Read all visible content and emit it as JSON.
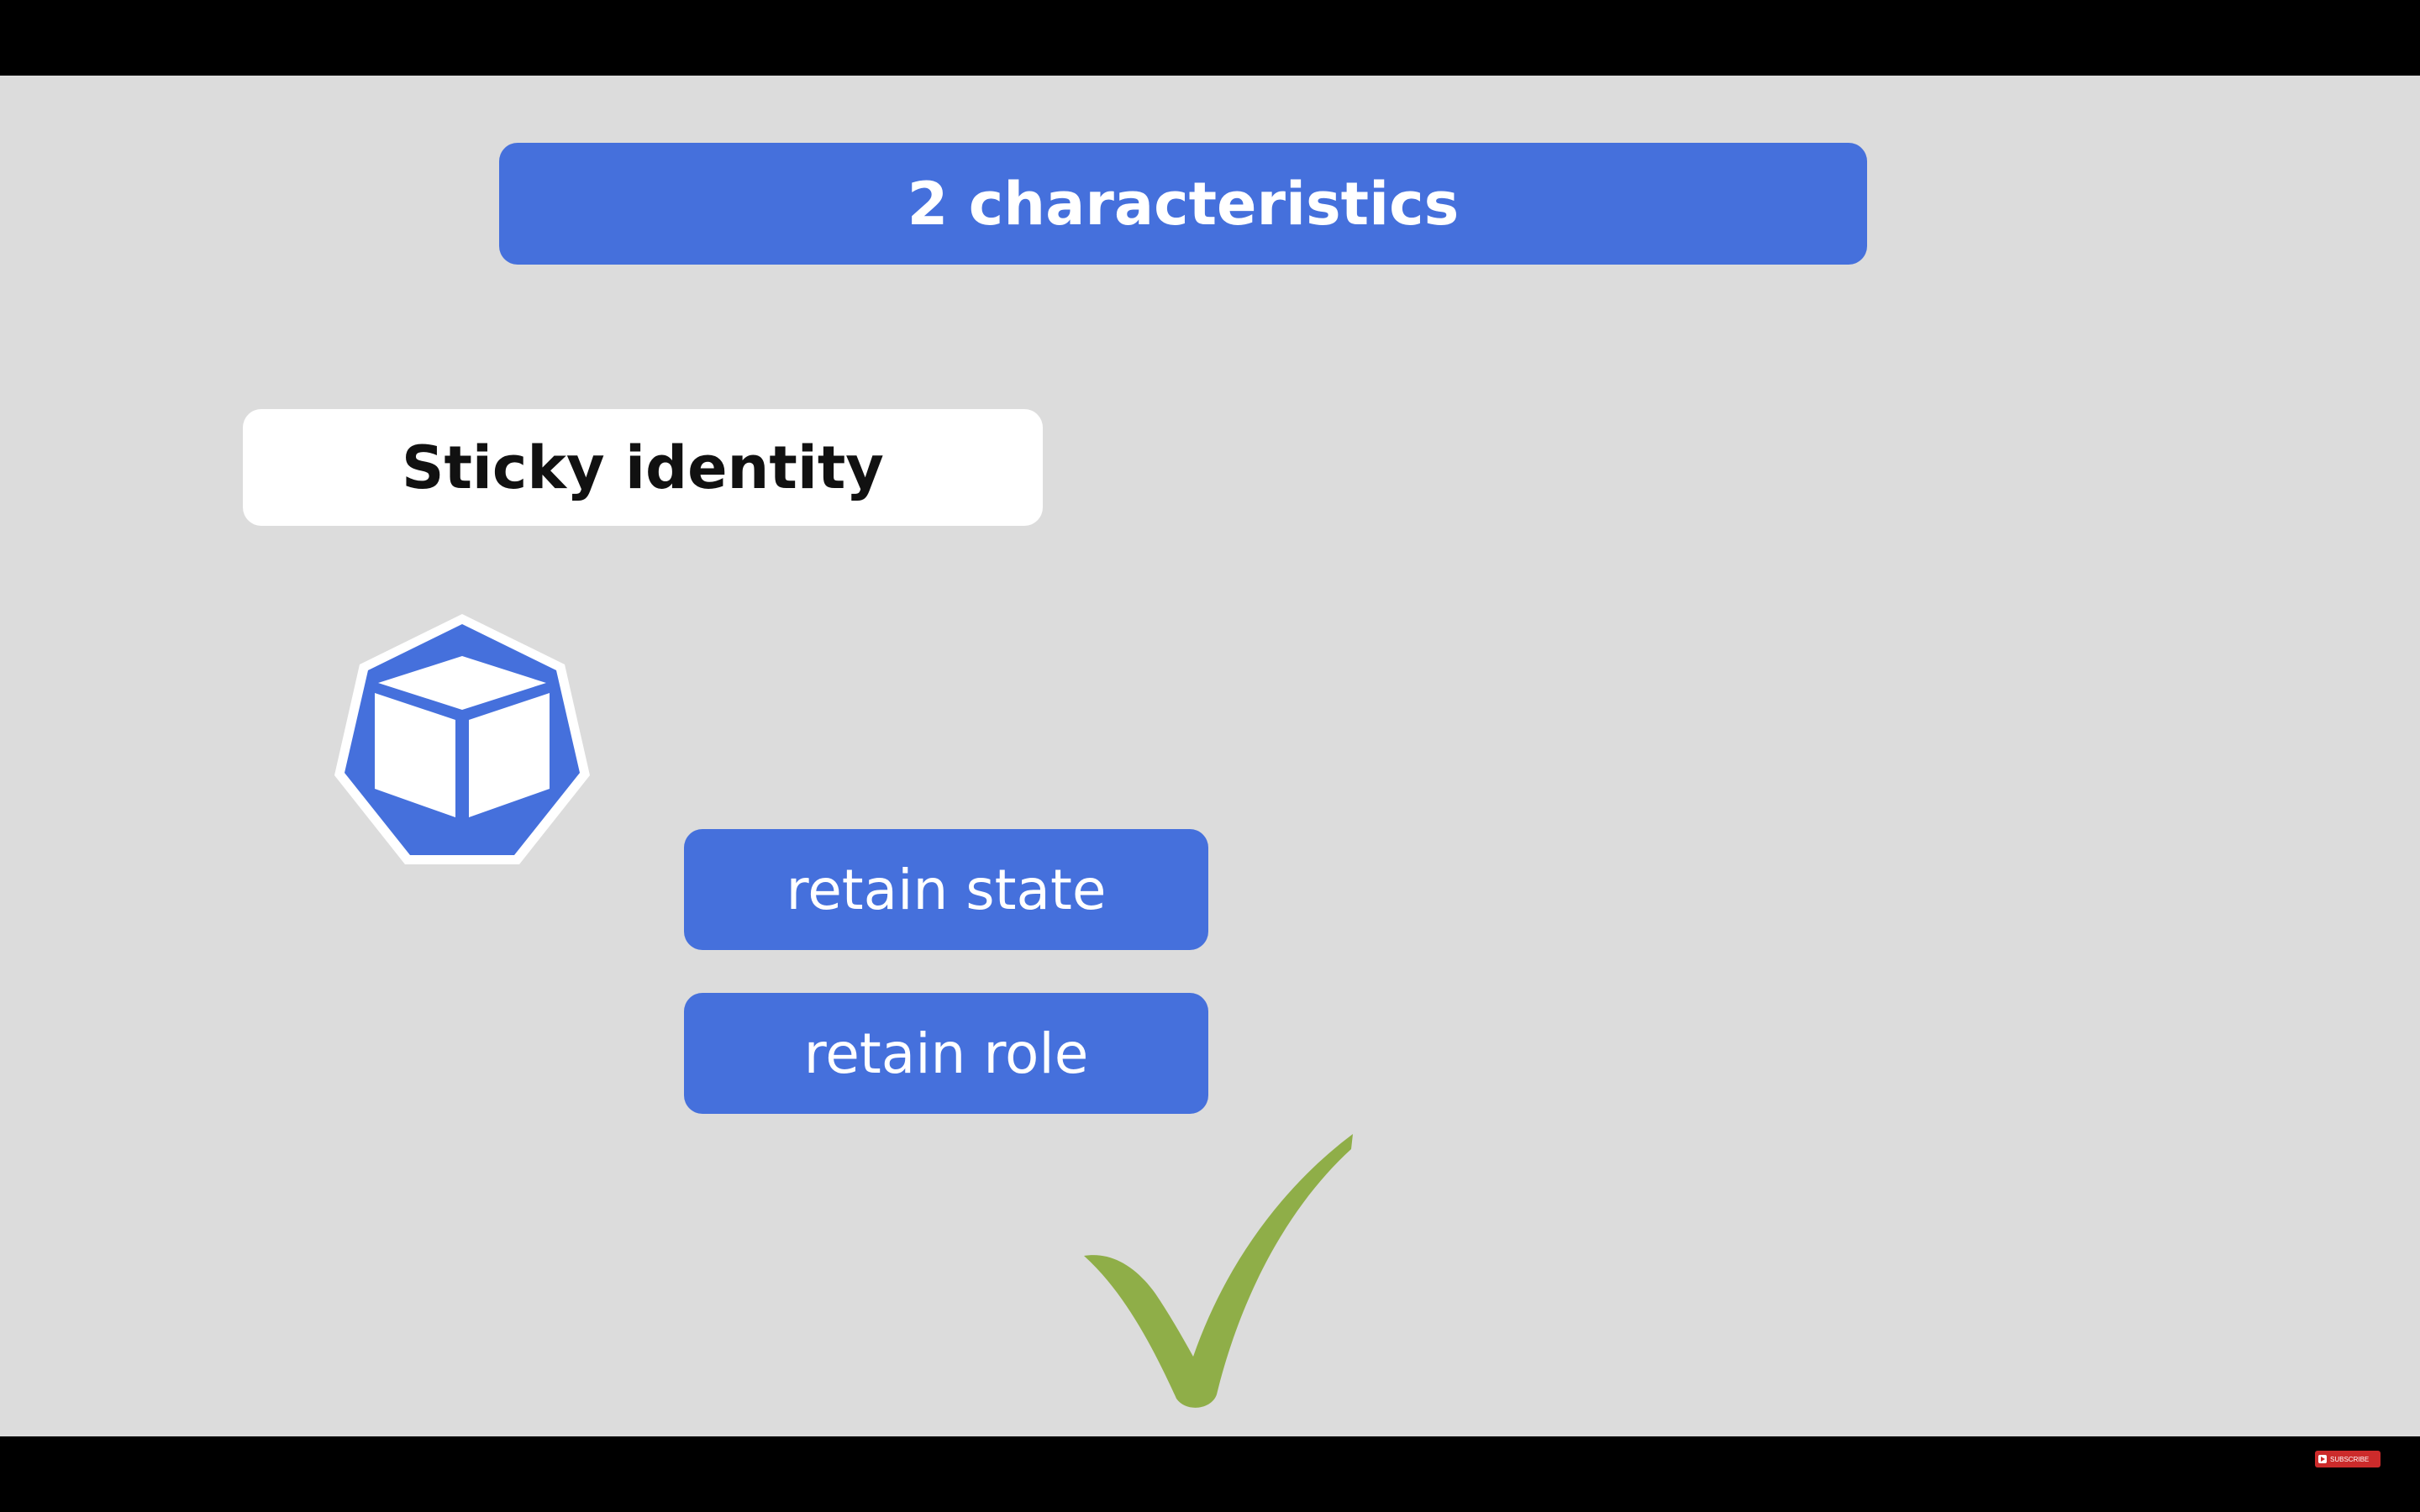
{
  "slide": {
    "title": "2 characteristics",
    "card_label": "Sticky identity",
    "pills": [
      {
        "label": "retain state"
      },
      {
        "label": "retain role"
      }
    ],
    "pod_icon": "kubernetes-pod-icon",
    "check_icon": "checkmark-icon"
  },
  "overlay": {
    "subscribe_label": "SUBSCRIBE"
  },
  "colors": {
    "slide_background": "#dcdcdc",
    "accent_blue": "#4570dc",
    "check_green": "#8fae48",
    "letterbox": "#000000",
    "subscribe_red": "#cc2b2b"
  }
}
